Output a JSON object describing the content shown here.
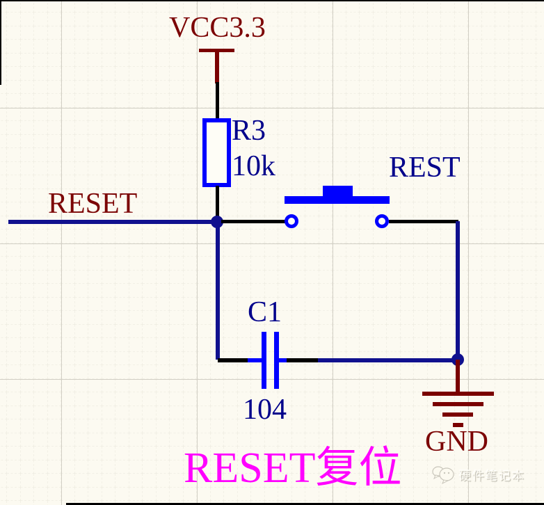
{
  "diagram": {
    "power": {
      "label": "VCC3.3"
    },
    "resistor": {
      "designator": "R3",
      "value": "10k"
    },
    "net": {
      "label": "RESET"
    },
    "button": {
      "label": "REST"
    },
    "capacitor": {
      "designator": "C1",
      "value": "104"
    },
    "ground": {
      "label": "GND"
    },
    "title": "RESET复位",
    "watermark": {
      "text": "硬件笔记本"
    },
    "colors": {
      "background": "#FCFAF1",
      "wire_black": "#000000",
      "net_wire_navy": "#10108E",
      "component_blue": "#0000FE",
      "power_maroon": "#7A0000",
      "label_navy": "#00008B",
      "label_maroon": "#7C0404",
      "title_magenta": "#FF00FF"
    }
  }
}
